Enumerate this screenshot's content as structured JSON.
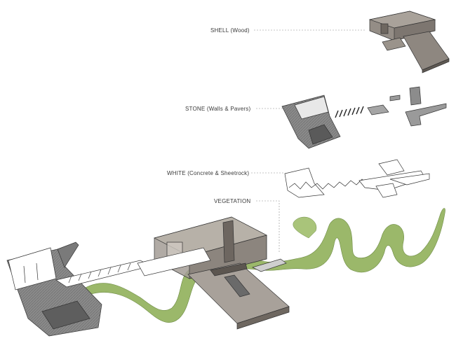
{
  "layers": [
    {
      "id": "shell",
      "label": "SHELL (Wood)",
      "color": "#8c8680"
    },
    {
      "id": "stone",
      "label": "STONE (Walls & Pavers)",
      "color": "#7a7a7a"
    },
    {
      "id": "white",
      "label": "WHITE (Concrete & Sheetrock)",
      "color": "#ffffff"
    },
    {
      "id": "vegetation",
      "label": "VEGETATION",
      "color": "#9bb86a"
    }
  ]
}
